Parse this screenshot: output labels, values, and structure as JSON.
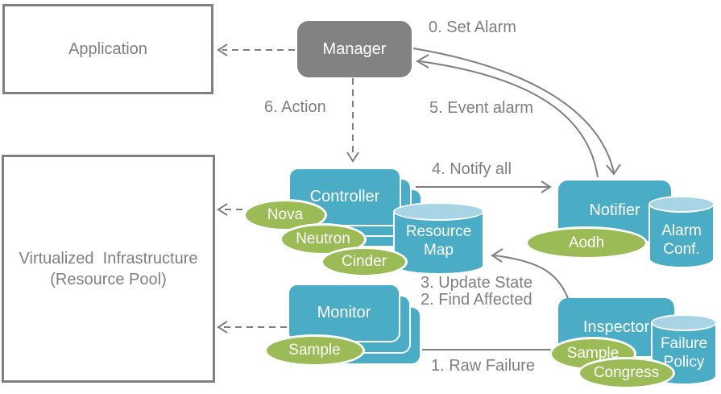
{
  "palette": {
    "teal": "#4BACC6",
    "teal_light": "#A8D5E6",
    "green": "#9ABB55",
    "manager_gray": "#828282",
    "line_gray": "#7F7F7F"
  },
  "nodes": {
    "application": {
      "label": "Application"
    },
    "virtualized_infrastructure": {
      "line1": "Virtualized  Infrastructure",
      "line2": "(Resource Pool)"
    },
    "manager": {
      "label": "Manager"
    },
    "controller": {
      "label": "Controller"
    },
    "monitor": {
      "label": "Monitor"
    },
    "notifier": {
      "label": "Notifier"
    },
    "inspector": {
      "label": "Inspector"
    },
    "resource_map": {
      "label": "Resource Map"
    },
    "alarm_conf": {
      "label": "Alarm Conf."
    },
    "failure_policy": {
      "label": "Failure Policy"
    }
  },
  "ellipses": {
    "nova": {
      "label": "Nova"
    },
    "neutron": {
      "label": "Neutron"
    },
    "cinder": {
      "label": "Cinder"
    },
    "monitor_sample": {
      "label": "Sample"
    },
    "aodh": {
      "label": "Aodh"
    },
    "inspector_sample": {
      "label": "Sample"
    },
    "congress": {
      "label": "Congress"
    }
  },
  "steps": {
    "step0": "0. Set Alarm",
    "step1": "1. Raw Failure",
    "step2": "2. Find Affected",
    "step3": "3. Update State",
    "step4": "4. Notify all",
    "step5": "5. Event alarm",
    "step6": "6. Action"
  }
}
